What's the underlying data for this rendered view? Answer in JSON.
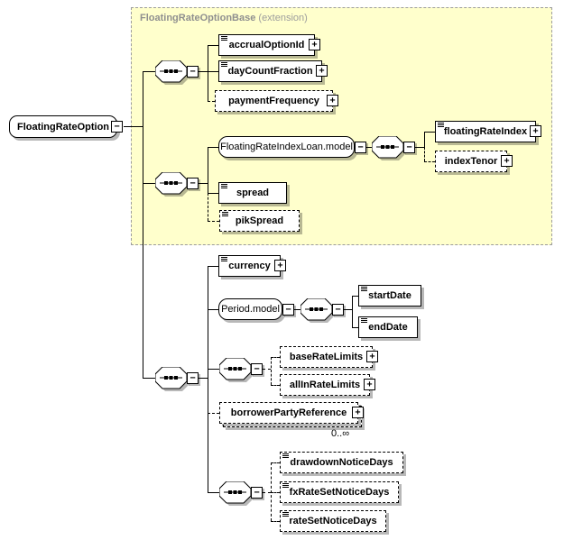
{
  "extension": {
    "name": "FloatingRateOptionBase",
    "qualifier": "(extension)"
  },
  "glyphs": {
    "expand": "+",
    "collapse": "−"
  },
  "colors": {
    "extension_background": "#ffffcc",
    "extension_label": "#8f8f8f",
    "box_border": "#000000"
  },
  "nodes": {
    "floatingRateOption": {
      "label": "FloatingRateOption"
    },
    "accrualOptionId": {
      "label": "accrualOptionId"
    },
    "dayCountFraction": {
      "label": "dayCountFraction"
    },
    "paymentFrequency": {
      "label": "paymentFrequency"
    },
    "floatingRateIndexLoanModel": {
      "label": "FloatingRateIndexLoan.model"
    },
    "floatingRateIndex": {
      "label": "floatingRateIndex"
    },
    "indexTenor": {
      "label": "indexTenor"
    },
    "spread": {
      "label": "spread"
    },
    "pikSpread": {
      "label": "pikSpread"
    },
    "currency": {
      "label": "currency"
    },
    "periodModel": {
      "label": "Period.model"
    },
    "startDate": {
      "label": "startDate"
    },
    "endDate": {
      "label": "endDate"
    },
    "baseRateLimits": {
      "label": "baseRateLimits"
    },
    "allInRateLimits": {
      "label": "allInRateLimits"
    },
    "borrowerPartyReference": {
      "label": "borrowerPartyReference",
      "occurrence": "0..∞"
    },
    "drawdownNoticeDays": {
      "label": "drawdownNoticeDays"
    },
    "fxRateSetNoticeDays": {
      "label": "fxRateSetNoticeDays"
    },
    "rateSetNoticeDays": {
      "label": "rateSetNoticeDays"
    }
  }
}
